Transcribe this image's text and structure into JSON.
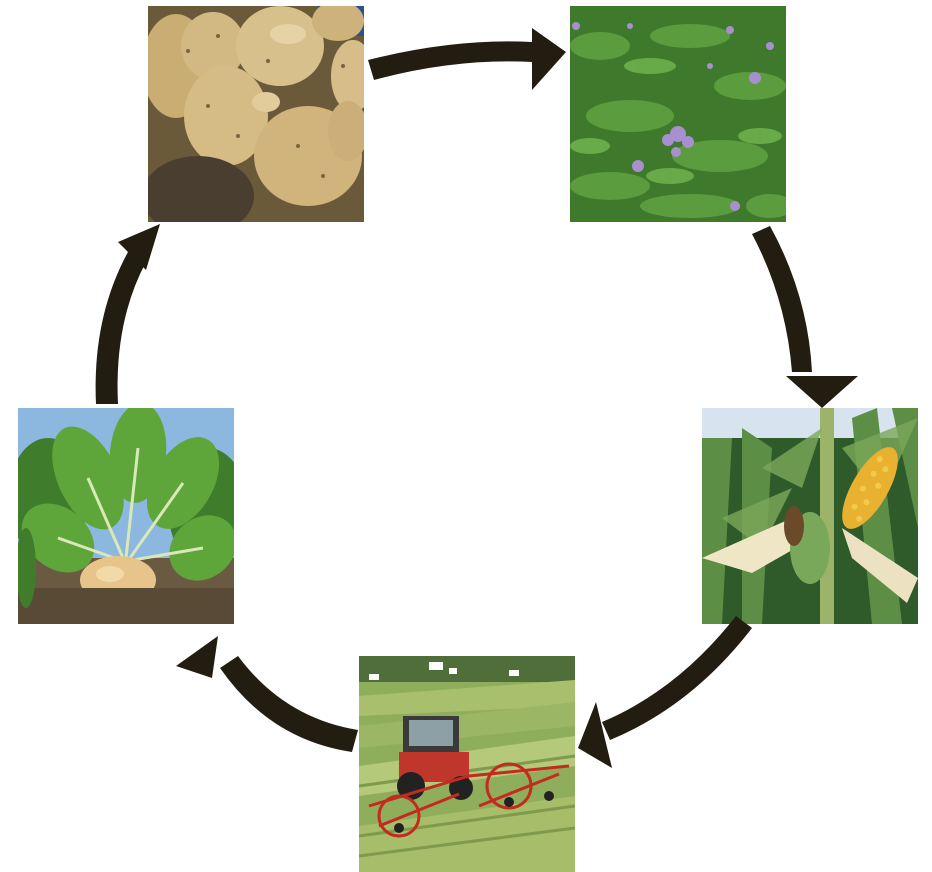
{
  "diagram": {
    "kind": "crop-rotation-cycle",
    "arrow_color": "#221d10",
    "direction": "clockwise",
    "stages": [
      {
        "id": "potatoes",
        "icon": "potatoes-photo"
      },
      {
        "id": "phacelia",
        "icon": "phacelia-cover-crop-photo"
      },
      {
        "id": "maize",
        "icon": "maize-cob-photo"
      },
      {
        "id": "grass",
        "icon": "grass-tedding-tractor-photo"
      },
      {
        "id": "sugarbeet",
        "icon": "sugar-beet-photo"
      }
    ]
  }
}
